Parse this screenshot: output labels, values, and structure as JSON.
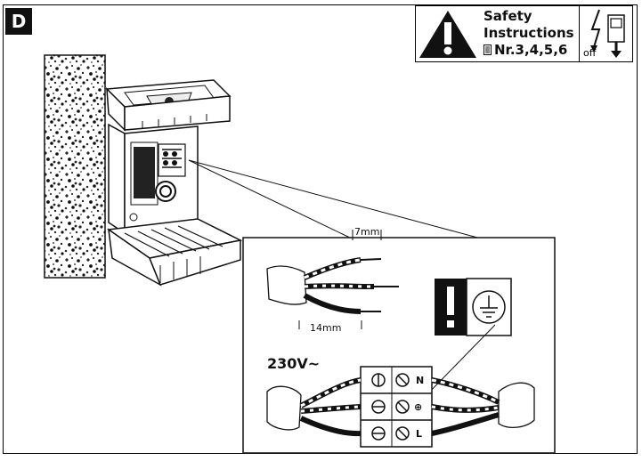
{
  "step": "D",
  "safety": {
    "line1": "Safety",
    "line2": "Instructions",
    "line3": "Nr.3,4,5,6",
    "off_label": "off"
  },
  "dimensions": {
    "strip_length": "7mm",
    "jacket_length": "14mm"
  },
  "voltage": "230V~",
  "terminals": [
    "N",
    "⊕",
    "L"
  ],
  "icons": [
    "warning-triangle-icon",
    "document-icon",
    "lightning-icon",
    "switch-off-icon",
    "exclamation-icon",
    "ground-icon"
  ]
}
